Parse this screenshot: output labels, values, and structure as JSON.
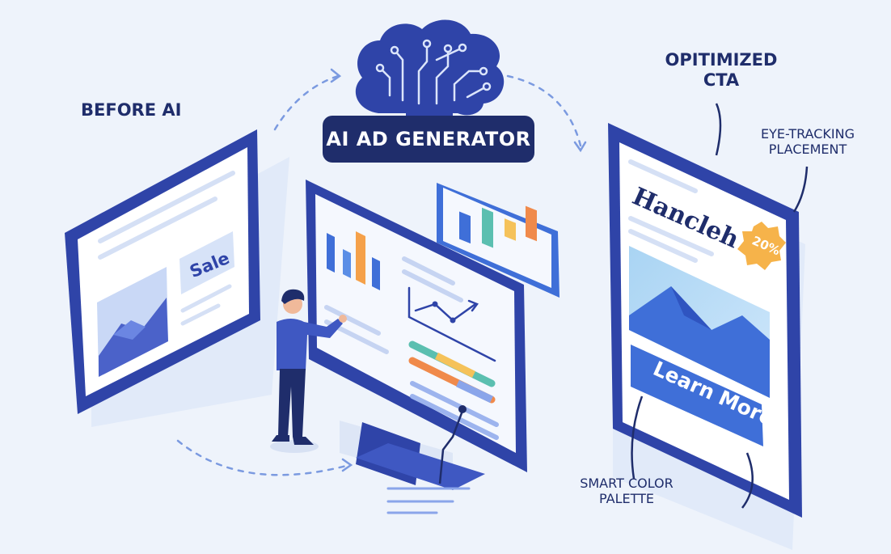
{
  "labels": {
    "before": "BEFORE AI",
    "generator": "AI AD GENERATOR",
    "cta_line1": "OPITIMIZED",
    "cta_line2": "CTA",
    "eye_line1": "EYE-TRACKING",
    "eye_line2": "PLACEMENT",
    "palette_line1": "SMART COLOR",
    "palette_line2": "PALETTE"
  },
  "before_ad": {
    "sale_text": "Sale"
  },
  "optimized_ad": {
    "headline": "Hancleh",
    "badge": "20%",
    "button": "Learn More"
  },
  "colors": {
    "navy": "#1f2d6b",
    "frame_blue": "#2f44a8",
    "accent_blue": "#3f6fd8",
    "badge_orange": "#f6b34a",
    "chart_green": "#5bbfb0",
    "chart_orange": "#f08a4b",
    "chart_yellow": "#f5c25a",
    "background": "#eef3fb"
  },
  "icons": [
    "brain-circuit-icon",
    "mountain-image-icon",
    "line-chart-icon",
    "bar-chart-icon",
    "person-figure"
  ]
}
